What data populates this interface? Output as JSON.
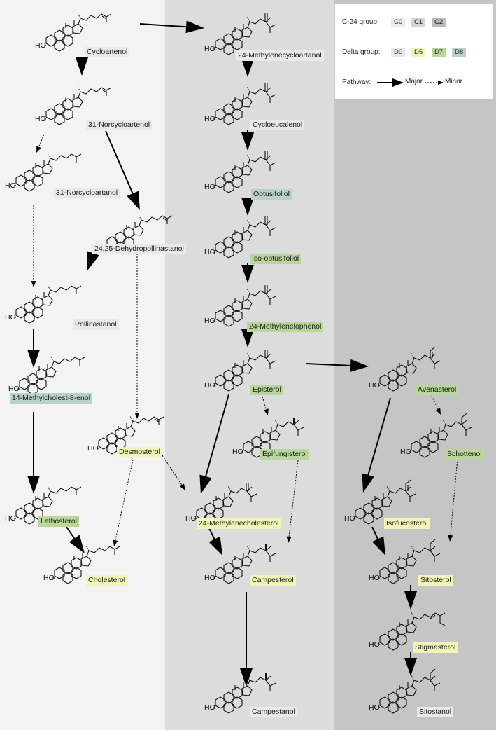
{
  "colors": {
    "col1_bg": "#f3f3f3",
    "col2_bg": "#dcdcdc",
    "col3_bg": "#c5c5c5",
    "D0": "#e9e9e9",
    "D5": "#f2f5b8",
    "D7": "#b9d79a",
    "D8": "#b9d0cc",
    "C0": "#ececec",
    "C1": "#d6d6d6",
    "C2": "#bdbdbd"
  },
  "legend": {
    "c24_title": "C-24 group:",
    "c24": [
      "C0",
      "C1",
      "C2"
    ],
    "delta_title": "Delta group:",
    "delta": [
      "D0",
      "D5",
      "D7",
      "D8"
    ],
    "pathway_title": "Pathway:",
    "major": "Major",
    "minor": "Minor"
  },
  "compounds": [
    {
      "id": "cycloartenol",
      "label": "Cycloartenol",
      "delta": "D0"
    },
    {
      "id": "methylenecycloartanol",
      "label": "24-Methylenecycloartanol",
      "delta": "D0"
    },
    {
      "id": "norcycloartenol",
      "label": "31-Norcycloartenol",
      "delta": "D0"
    },
    {
      "id": "cycloeucalenol",
      "label": "Cycloeucalenol",
      "delta": "D0"
    },
    {
      "id": "norcycloartanol",
      "label": "31-Norcycloartanol",
      "delta": "D0"
    },
    {
      "id": "obtusifoliol",
      "label": "Obtusifoliol",
      "delta": "D8"
    },
    {
      "id": "dehydropollinastanol",
      "label": "24,25-Dehydropollinastanol",
      "delta": "D0"
    },
    {
      "id": "isoobtusifoliol",
      "label": "Iso-obtusifoliol",
      "delta": "D7"
    },
    {
      "id": "pollinastanol",
      "label": "Pollinastanol",
      "delta": "D0"
    },
    {
      "id": "methylenelophenol",
      "label": "24-Methylenelophenol",
      "delta": "D7"
    },
    {
      "id": "methylcholestenol",
      "label": "14-Methylcholest-8-enol",
      "delta": "D8"
    },
    {
      "id": "episterol",
      "label": "Episterol",
      "delta": "D7"
    },
    {
      "id": "avenasterol",
      "label": "Avenasterol",
      "delta": "D7"
    },
    {
      "id": "desmosterol",
      "label": "Desmosterol",
      "delta": "D5"
    },
    {
      "id": "epifungisterol",
      "label": "Epifungisterol",
      "delta": "D7"
    },
    {
      "id": "schottenol",
      "label": "Schottenol",
      "delta": "D7"
    },
    {
      "id": "lathosterol",
      "label": "Lathosterol",
      "delta": "D7"
    },
    {
      "id": "methylenecholesterol",
      "label": "24-Methylenecholesterol",
      "delta": "D5"
    },
    {
      "id": "isofucosterol",
      "label": "Isofucosterol",
      "delta": "D5"
    },
    {
      "id": "cholesterol",
      "label": "Cholesterol",
      "delta": "D5"
    },
    {
      "id": "campesterol",
      "label": "Campesterol",
      "delta": "D5"
    },
    {
      "id": "sitosterol",
      "label": "Sitosterol",
      "delta": "D5"
    },
    {
      "id": "stigmasterol",
      "label": "Stigmasterol",
      "delta": "D5"
    },
    {
      "id": "campestanol",
      "label": "Campestanol",
      "delta": "D0"
    },
    {
      "id": "sitostanol",
      "label": "Sitostanol",
      "delta": "D0"
    }
  ],
  "hydroxyl_label": "HO"
}
